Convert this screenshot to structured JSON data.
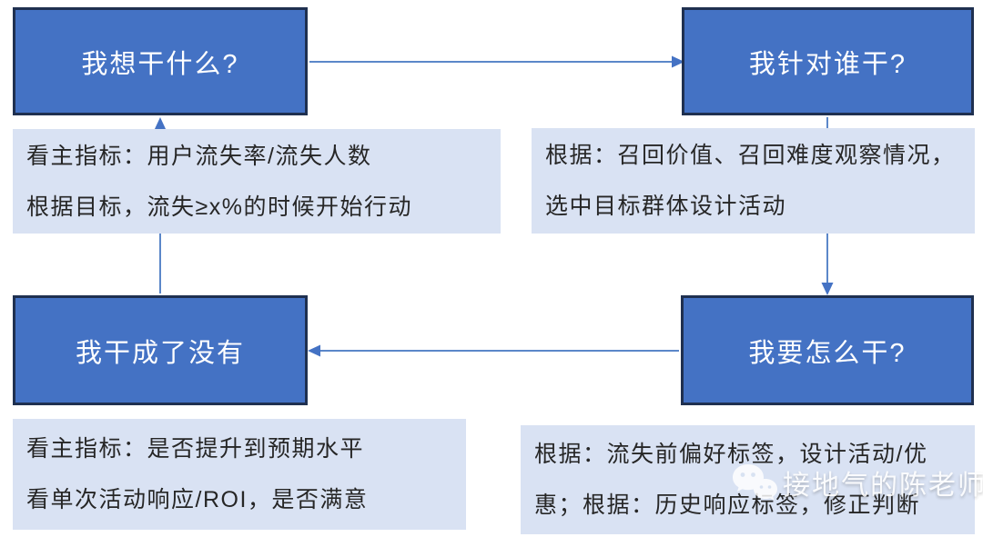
{
  "diagram": {
    "type": "cycle-flowchart",
    "topic": "用户流失召回运营闭环"
  },
  "colors": {
    "node_fill": "#4472C4",
    "node_border": "#1F3050",
    "node_text": "#FFFFFF",
    "note_fill": "#D9E2F3",
    "note_text": "#262626",
    "arrow_line": "#5B87C9",
    "arrow_head": "#4472C4",
    "background": "#FFFFFF",
    "watermark_text": "#FFFFFF"
  },
  "nodes": [
    {
      "id": "what",
      "label": "我想干什么?"
    },
    {
      "id": "who",
      "label": "我针对谁干?"
    },
    {
      "id": "done",
      "label": "我干成了没有"
    },
    {
      "id": "how",
      "label": "我要怎么干?"
    }
  ],
  "notes": [
    {
      "id": "note-what",
      "lines": [
        "看主指标：用户流失率/流失人数",
        "根据目标，流失≥x%的时候开始行动"
      ]
    },
    {
      "id": "note-who",
      "lines": [
        "根据：召回价值、召回难度观察情况，",
        "选中目标群体设计活动"
      ]
    },
    {
      "id": "note-done",
      "lines": [
        "看主指标：是否提升到预期水平",
        "看单次活动响应/ROI，是否满意"
      ]
    },
    {
      "id": "note-how",
      "lines": [
        "根据：流失前偏好标签，设计活动/优",
        "惠；根据：历史响应标签，修正判断"
      ]
    }
  ],
  "arrows": [
    {
      "from": "what",
      "to": "who",
      "direction": "right"
    },
    {
      "from": "who",
      "to": "how",
      "direction": "down"
    },
    {
      "from": "how",
      "to": "done",
      "direction": "left"
    },
    {
      "from": "done",
      "to": "what",
      "direction": "up"
    }
  ],
  "watermark": {
    "icon": "wechat-icon",
    "text": "接地气的陈老师"
  }
}
